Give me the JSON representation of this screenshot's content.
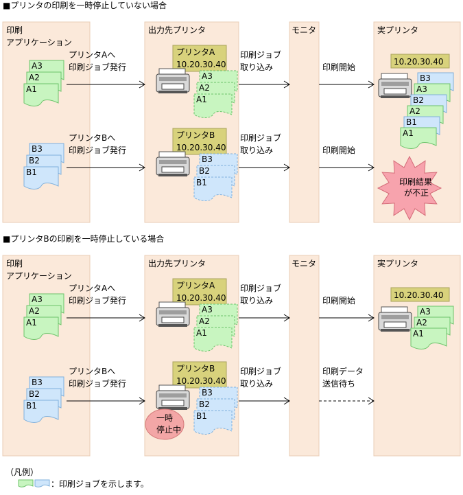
{
  "colors": {
    "panel": "#fbe9da",
    "panel_border": "#e9cdb5",
    "job_a_fill": "#c8f5c0",
    "job_a_stroke": "#6cc36a",
    "job_b_fill": "#cfe6fb",
    "job_b_stroke": "#7fb0dc",
    "printer_label": "#d8d27c",
    "burst": "#f7a3ad",
    "pause_badge": "#f3a6a6"
  },
  "sections": [
    {
      "title": "■プリンタの印刷を一時停止していない場合",
      "columns": {
        "app": [
          "印刷",
          "アプリケーション"
        ],
        "output": "出力先プリンタ",
        "monitor": "モニタ",
        "real": "実プリンタ"
      },
      "rows": [
        {
          "jobs": [
            "A3",
            "A2",
            "A1"
          ],
          "send_label": [
            "プリンタAへ",
            "印刷ジョブ発行"
          ],
          "printer_label": [
            "プリンタA",
            "10.20.30.40"
          ],
          "capture_label": [
            "印刷ジョブ",
            "取り込み"
          ],
          "monitor_label": [
            "印刷開始"
          ]
        },
        {
          "jobs": [
            "B3",
            "B2",
            "B1"
          ],
          "send_label": [
            "プリンタBへ",
            "印刷ジョブ発行"
          ],
          "printer_label": [
            "プリンタB",
            "10.20.30.40"
          ],
          "capture_label": [
            "印刷ジョブ",
            "取り込み"
          ],
          "monitor_label": [
            "印刷開始"
          ]
        }
      ],
      "real_printer": {
        "label": "10.20.30.40",
        "jobs": [
          "B3",
          "A3",
          "B2",
          "A2",
          "B1",
          "A1"
        ],
        "burst": [
          "印刷結果",
          "が不正"
        ]
      }
    },
    {
      "title": "■プリンタBの印刷を一時停止している場合",
      "columns": {
        "app": [
          "印刷",
          "アプリケーション"
        ],
        "output": "出力先プリンタ",
        "monitor": "モニタ",
        "real": "実プリンタ"
      },
      "rows": [
        {
          "jobs": [
            "A3",
            "A2",
            "A1"
          ],
          "send_label": [
            "プリンタAへ",
            "印刷ジョブ発行"
          ],
          "printer_label": [
            "プリンタA",
            "10.20.30.40"
          ],
          "capture_label": [
            "印刷ジョブ",
            "取り込み"
          ],
          "monitor_label": [
            "印刷開始"
          ]
        },
        {
          "jobs": [
            "B3",
            "B2",
            "B1"
          ],
          "send_label": [
            "プリンタBへ",
            "印刷ジョブ発行"
          ],
          "printer_label": [
            "プリンタB",
            "10.20.30.40"
          ],
          "capture_label": [
            "印刷ジョブ",
            "取り込み"
          ],
          "monitor_label": [
            "印刷データ",
            "送信待ち"
          ],
          "paused_badge": [
            "一時",
            "停止中"
          ]
        }
      ],
      "real_printer": {
        "label": "10.20.30.40",
        "jobs": [
          "A3",
          "A2",
          "A1"
        ]
      }
    }
  ],
  "legend": {
    "title": "（凡例）",
    "text": "：印刷ジョブを示します。"
  }
}
